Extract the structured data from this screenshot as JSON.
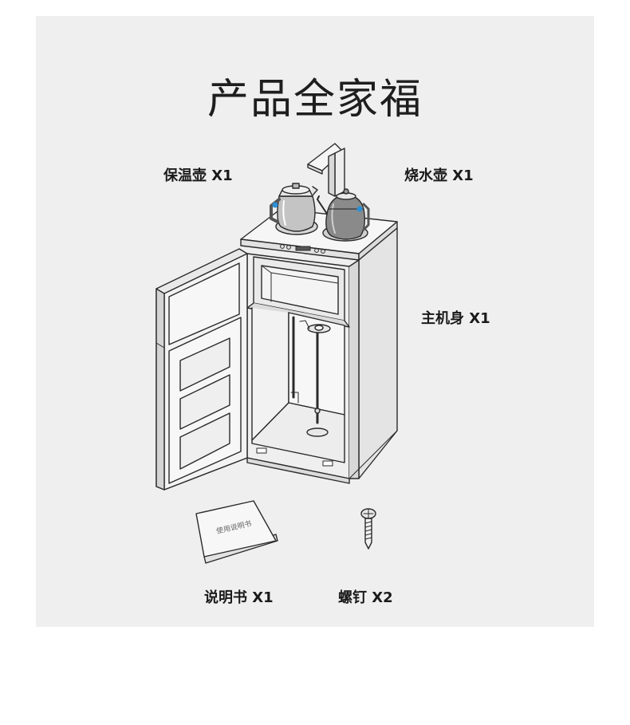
{
  "page": {
    "title": "产品全家福"
  },
  "items": {
    "thermos_kettle": "保温壶 X1",
    "boiling_kettle": "烧水壶 X1",
    "main_unit": "主机身 X1",
    "manual": "说明书 X1",
    "screws": "螺钉 X2"
  },
  "manual_cover_text": "使用说明书",
  "colors": {
    "panel_bg": "#efefef",
    "line": "#2a2a2a",
    "accent_blue": "#2b8fd6"
  }
}
